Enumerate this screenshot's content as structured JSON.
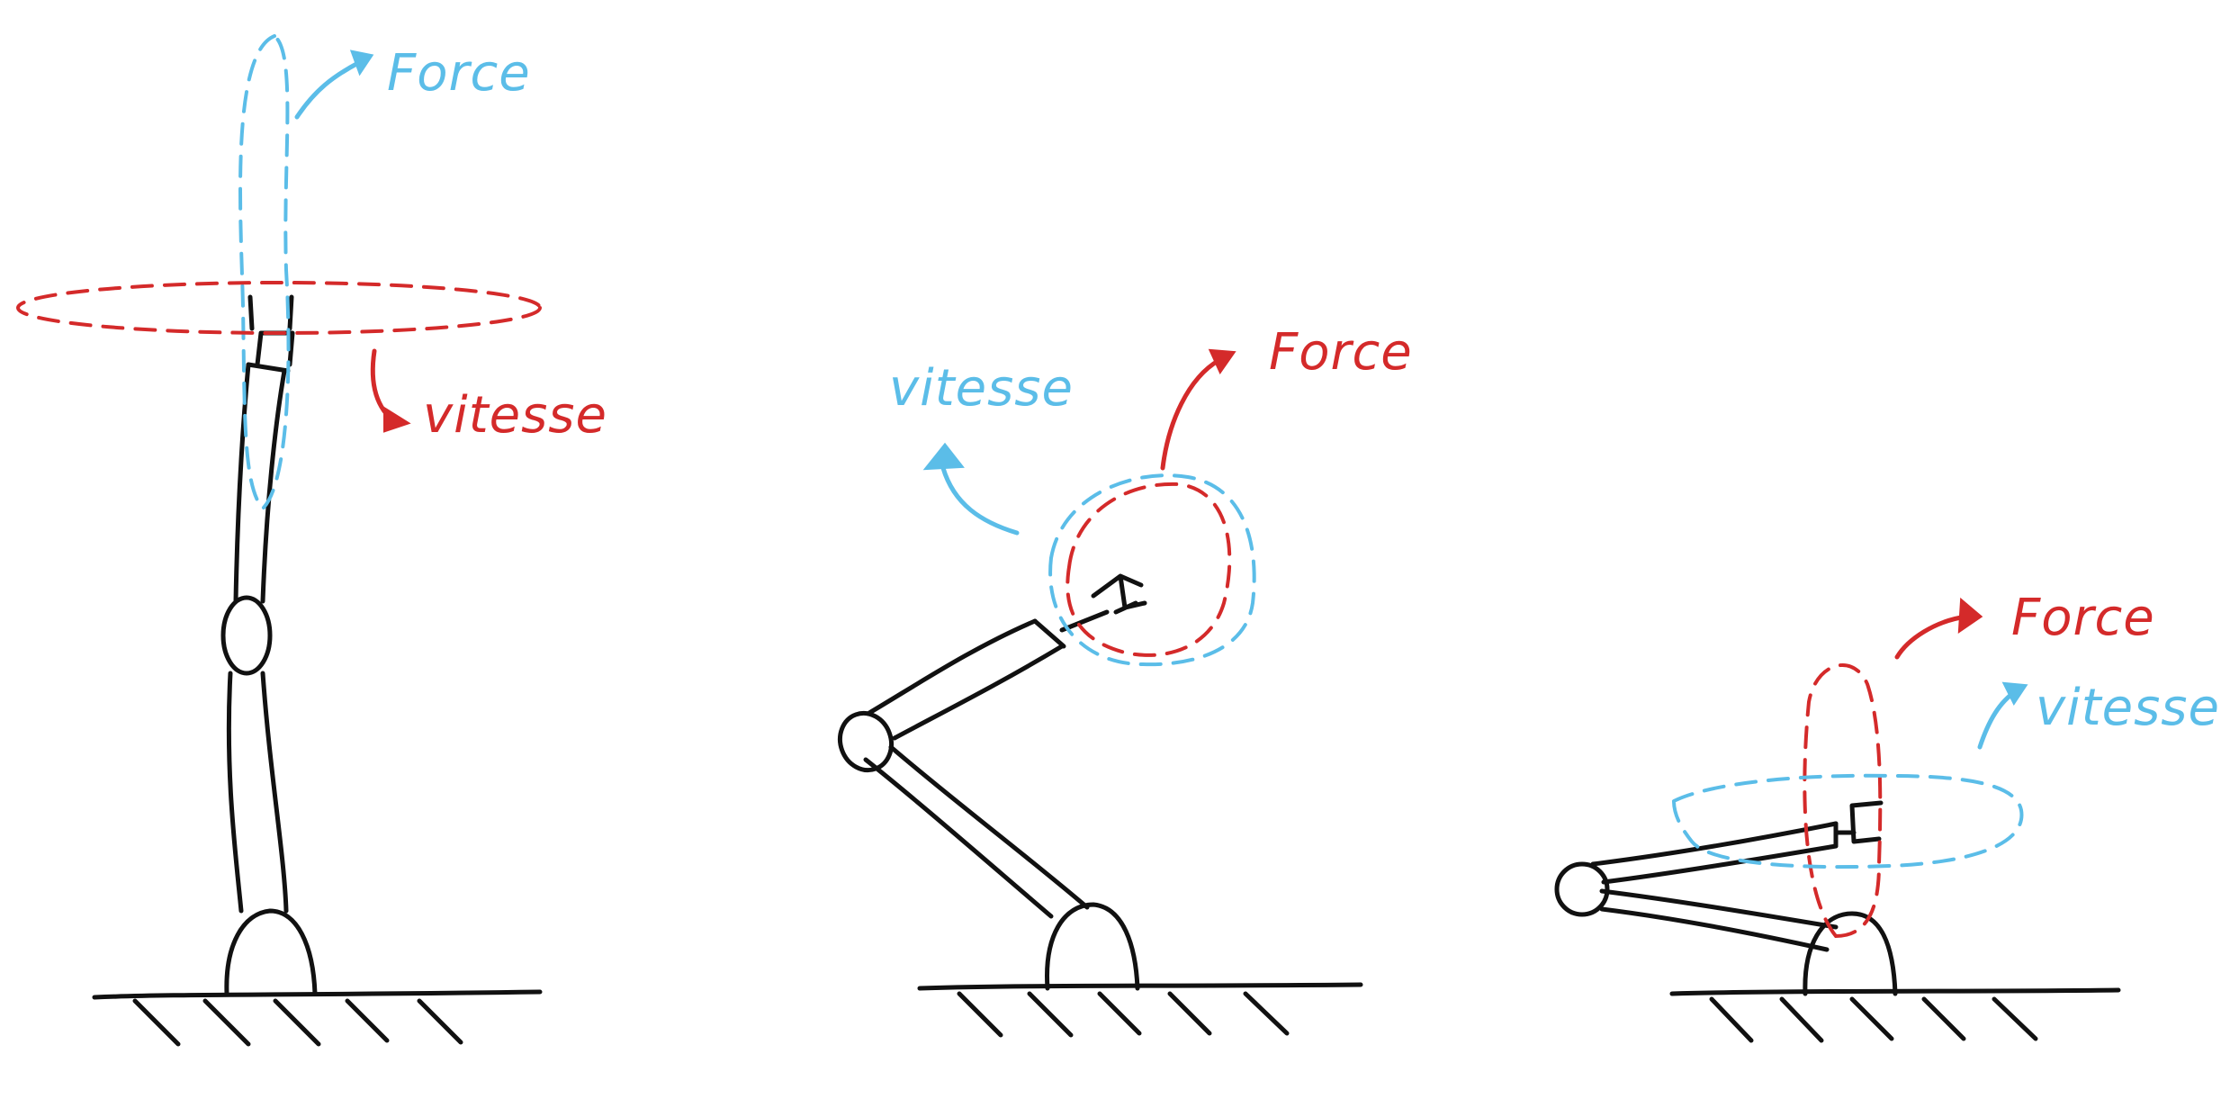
{
  "colors": {
    "force_vertical": "#5bbde8",
    "vitesse_horizontal": "#d42a2a",
    "ink": "#111111"
  },
  "robot_1": {
    "top_label": "Force",
    "side_label": "vitesse",
    "top_color": "blue",
    "side_color": "red"
  },
  "robot_2": {
    "left_label": "vitesse",
    "right_label": "Force",
    "left_color": "blue",
    "right_color": "red"
  },
  "robot_3": {
    "top_label": "Force",
    "right_label": "vitesse",
    "top_color": "red",
    "right_color": "blue"
  }
}
